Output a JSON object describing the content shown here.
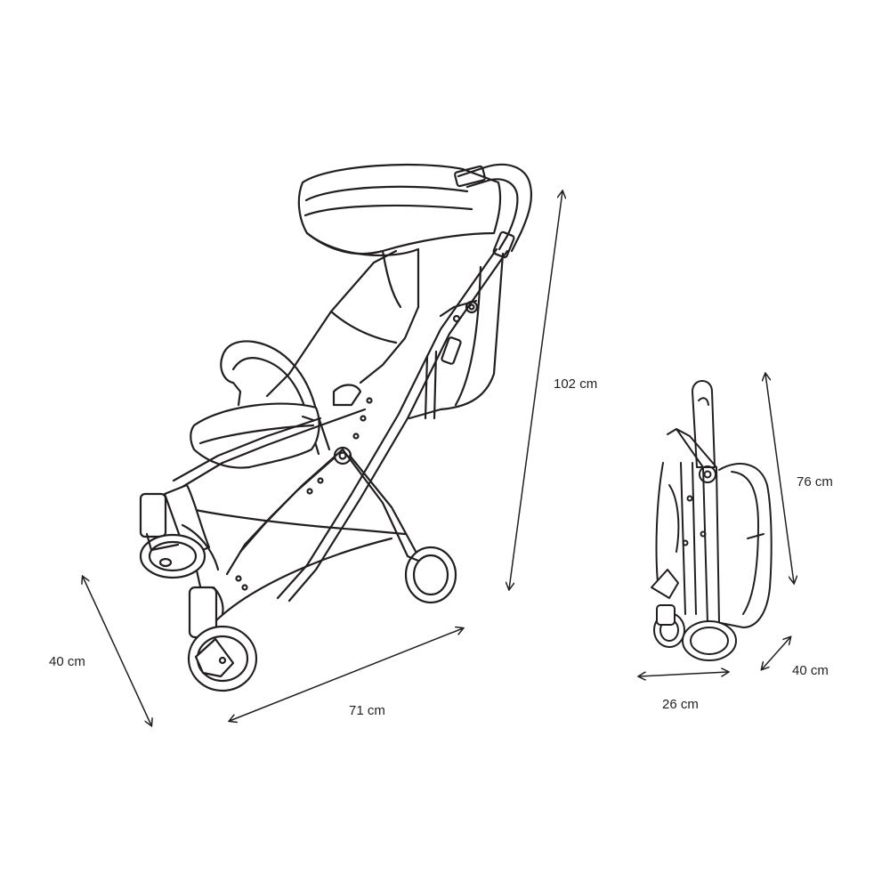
{
  "diagram": {
    "unfolded": {
      "height_label": "102 cm",
      "width_label": "40 cm",
      "length_label": "71 cm"
    },
    "folded": {
      "height_label": "76 cm",
      "depth_label": "40 cm",
      "width_label": "26 cm"
    },
    "colors": {
      "line": "#231f20",
      "background": "#ffffff"
    }
  }
}
